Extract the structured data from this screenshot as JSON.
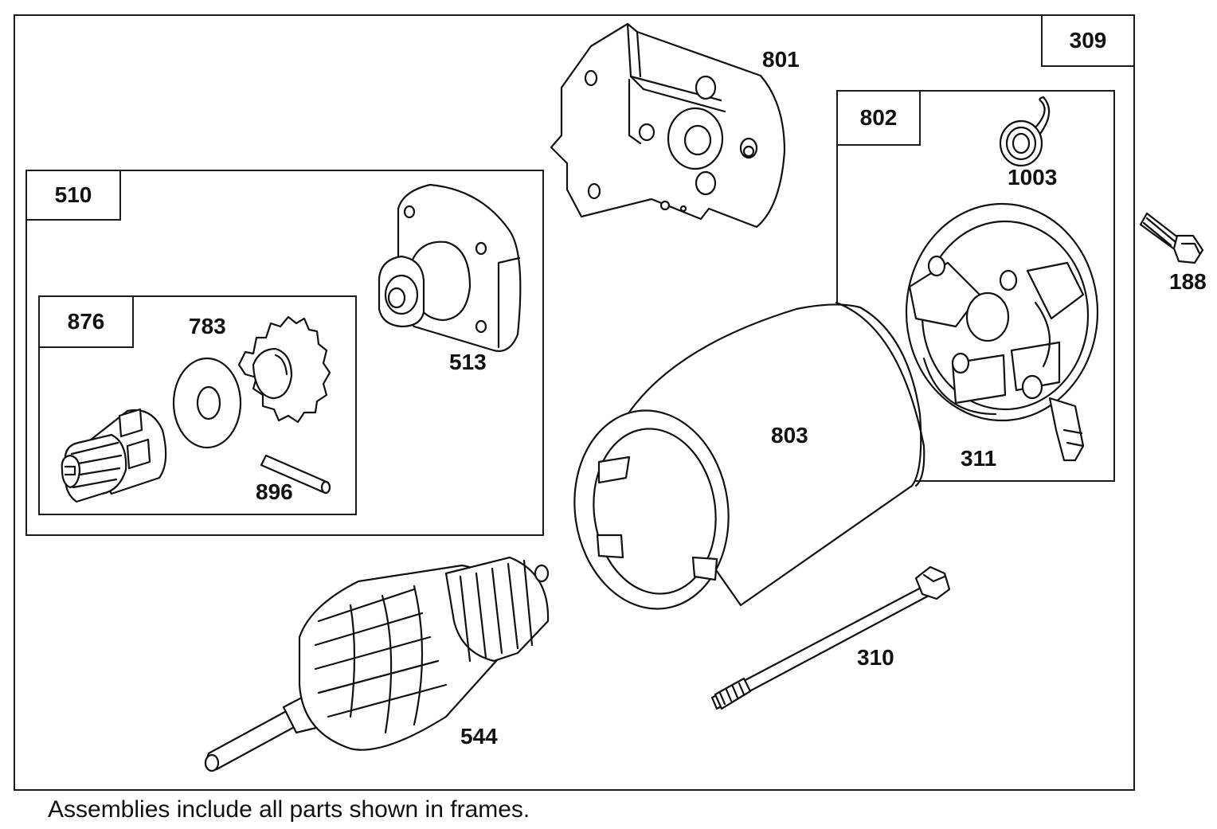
{
  "outer_frame_label": "309",
  "frames": {
    "f510": "510",
    "f876": "876",
    "f802": "802"
  },
  "parts": {
    "p801": "801",
    "p1003": "1003",
    "p188": "188",
    "p783": "783",
    "p513": "513",
    "p803": "803",
    "p311": "311",
    "p896": "896",
    "p310": "310",
    "p544": "544"
  },
  "caption": "Assemblies include all parts shown in frames."
}
